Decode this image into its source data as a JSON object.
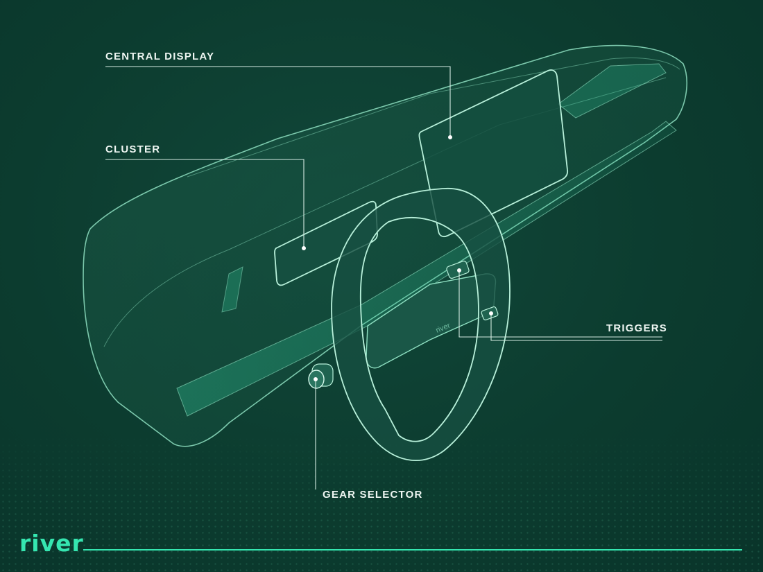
{
  "labels": {
    "central_display": "CENTRAL DISPLAY",
    "cluster": "CLUSTER",
    "triggers": "TRIGGERS",
    "gear_selector": "GEAR SELECTOR"
  },
  "wheel_logo": "river",
  "brand": {
    "name": "river",
    "accent_color": "#35e6b0"
  },
  "colors": {
    "background": "#0b3a2c",
    "outline": "#8fe0c2",
    "label_text": "#eef6f2"
  }
}
